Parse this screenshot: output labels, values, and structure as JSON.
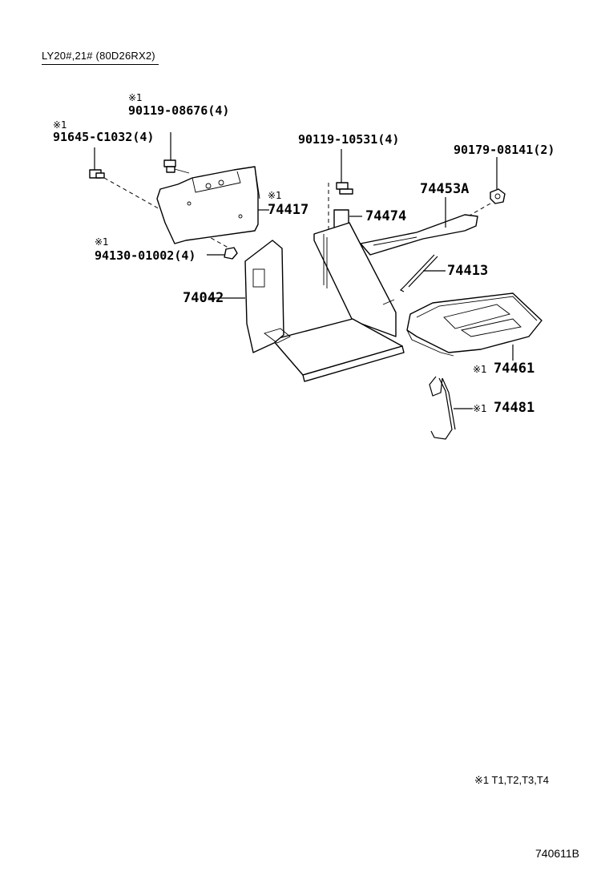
{
  "model": "LY20#,21# (80D26RX2)",
  "labels": {
    "p1_mark": "※1",
    "p1_num": "90119-08676(4)",
    "p2_mark": "※1",
    "p2_num": "91645-C1032(4)",
    "p3_num": "90119-10531(4)",
    "p4_num": "90179-08141(2)",
    "p5_num": "74453A",
    "p6_mark": "※1",
    "p6_num": "74417",
    "p7_num": "74474",
    "p8_mark": "※1",
    "p8_num": "94130-01002(4)",
    "p9_num": "74413",
    "p10_num": "74042",
    "p11_mark": "※1",
    "p11_num": "74461",
    "p12_mark": "※1",
    "p12_num": "74481"
  },
  "footnote": "※1 T1,T2,T3,T4",
  "diagram_code": "740611B"
}
